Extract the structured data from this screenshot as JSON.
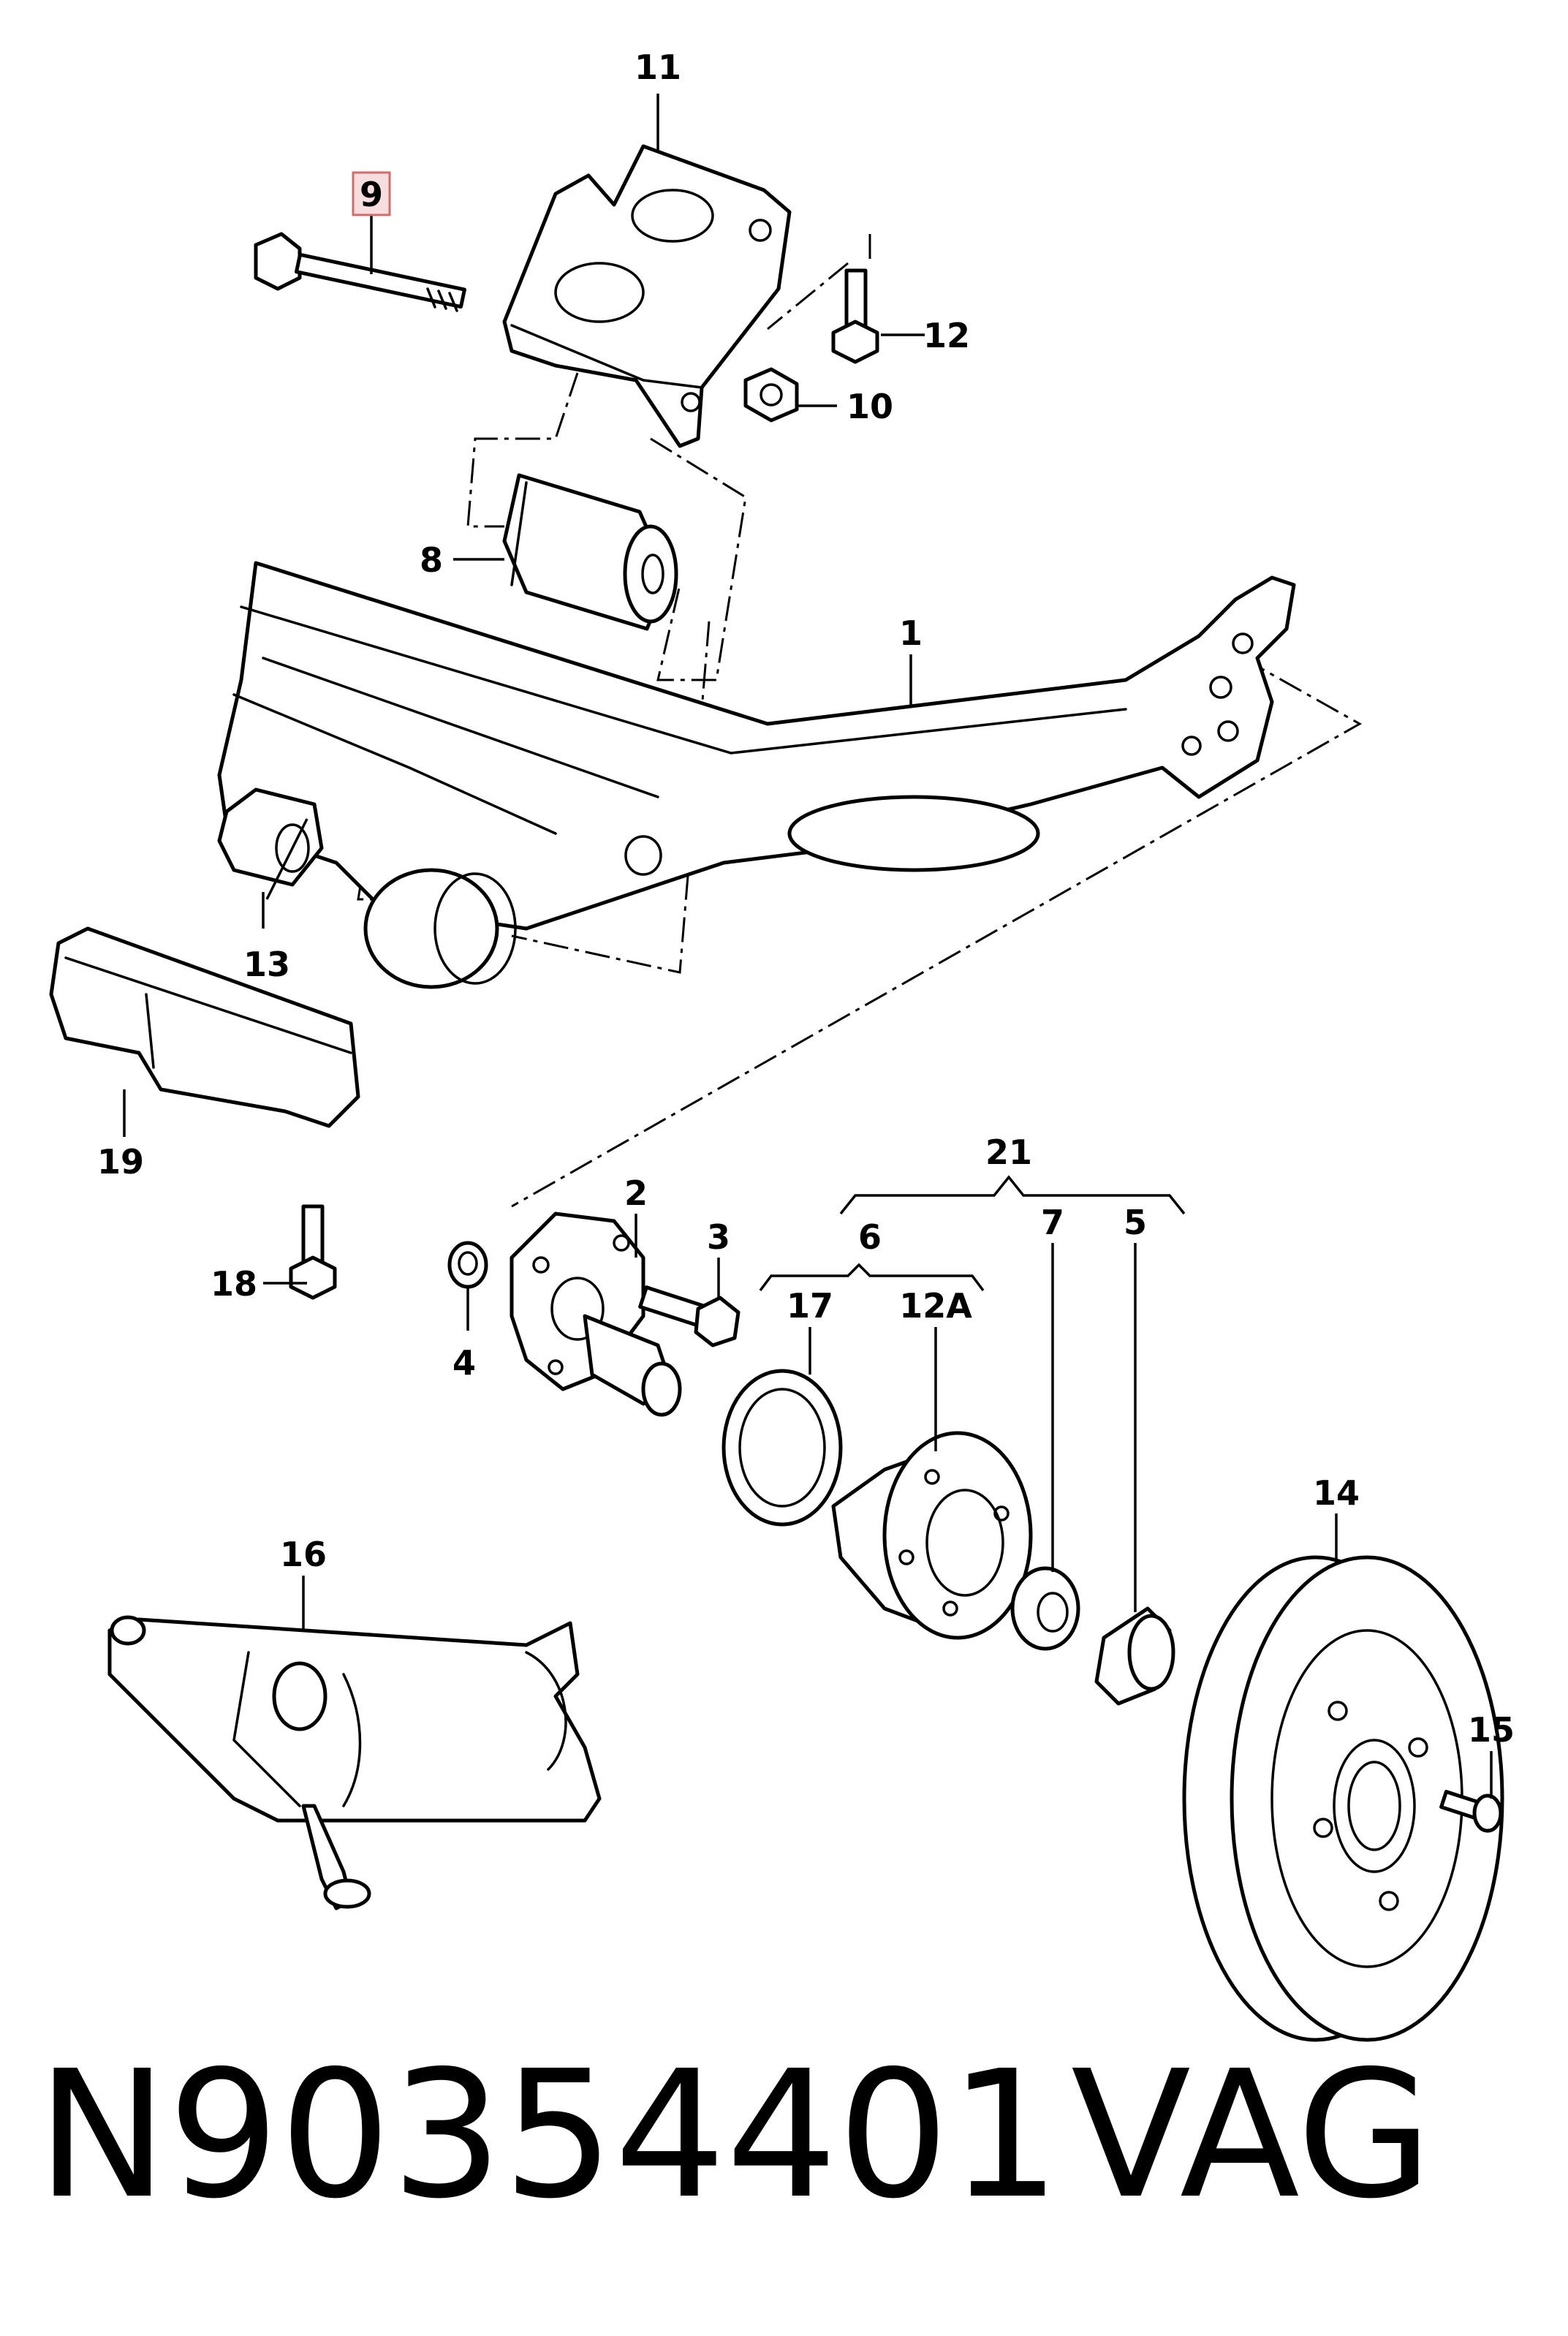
{
  "labels": {
    "l1": "1",
    "l2": "2",
    "l3": "3",
    "l4": "4",
    "l5": "5",
    "l6": "6",
    "l7": "7",
    "l8": "8",
    "l9": "9",
    "l10": "10",
    "l11": "11",
    "l12": "12",
    "l12a": "12A",
    "l13": "13",
    "l14": "14",
    "l15": "15",
    "l16": "16",
    "l17": "17",
    "l18": "18",
    "l19": "19",
    "l21": "21"
  },
  "highlighted_label": "9",
  "footer": {
    "part_number": "N90354401",
    "brand": "VAG"
  },
  "colors": {
    "highlight_fill": "#f7dede",
    "highlight_border": "#d56a6a",
    "line": "#000000"
  }
}
